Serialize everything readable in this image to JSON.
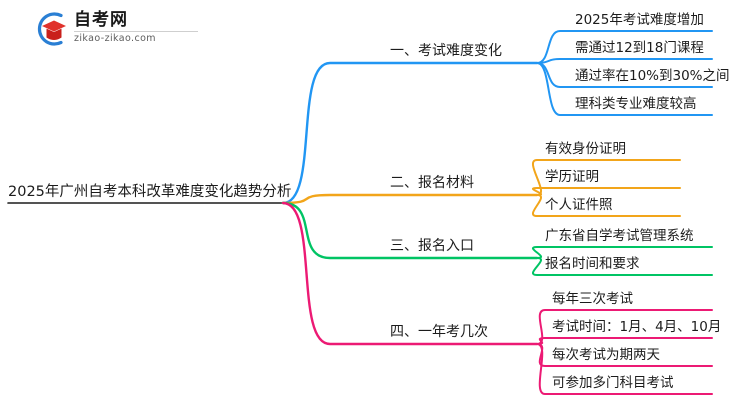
{
  "logo": {
    "title": "自考网",
    "subtitle": "zikao-zikao.com",
    "mark_icon": "graduation-cap-icon",
    "arc_color": "#2a7fd4",
    "cap_color": "#e0322c",
    "cap_shadow_color": "#c9201b"
  },
  "mindmap": {
    "root": {
      "label": "2025年广州自考本科改革难度变化趋势分析"
    },
    "branches": [
      {
        "label": "一、考试难度变化",
        "color": "#2196f3",
        "children": [
          "2025年考试难度增加",
          "需通过12到18门课程",
          "通过率在10%到30%之间",
          "理科类专业难度较高"
        ]
      },
      {
        "label": "二、报名材料",
        "color": "#f2a51a",
        "children": [
          "有效身份证明",
          "学历证明",
          "个人证件照"
        ]
      },
      {
        "label": "三、报名入口",
        "color": "#00c464",
        "children": [
          "广东省自学考试管理系统",
          "报名时间和要求"
        ]
      },
      {
        "label": "四、一年考几次",
        "color": "#ec1a74",
        "children": [
          "每年三次考试",
          "考试时间：1月、4月、10月",
          "每次考试为期两天",
          "可参加多门科目考试"
        ]
      }
    ]
  }
}
